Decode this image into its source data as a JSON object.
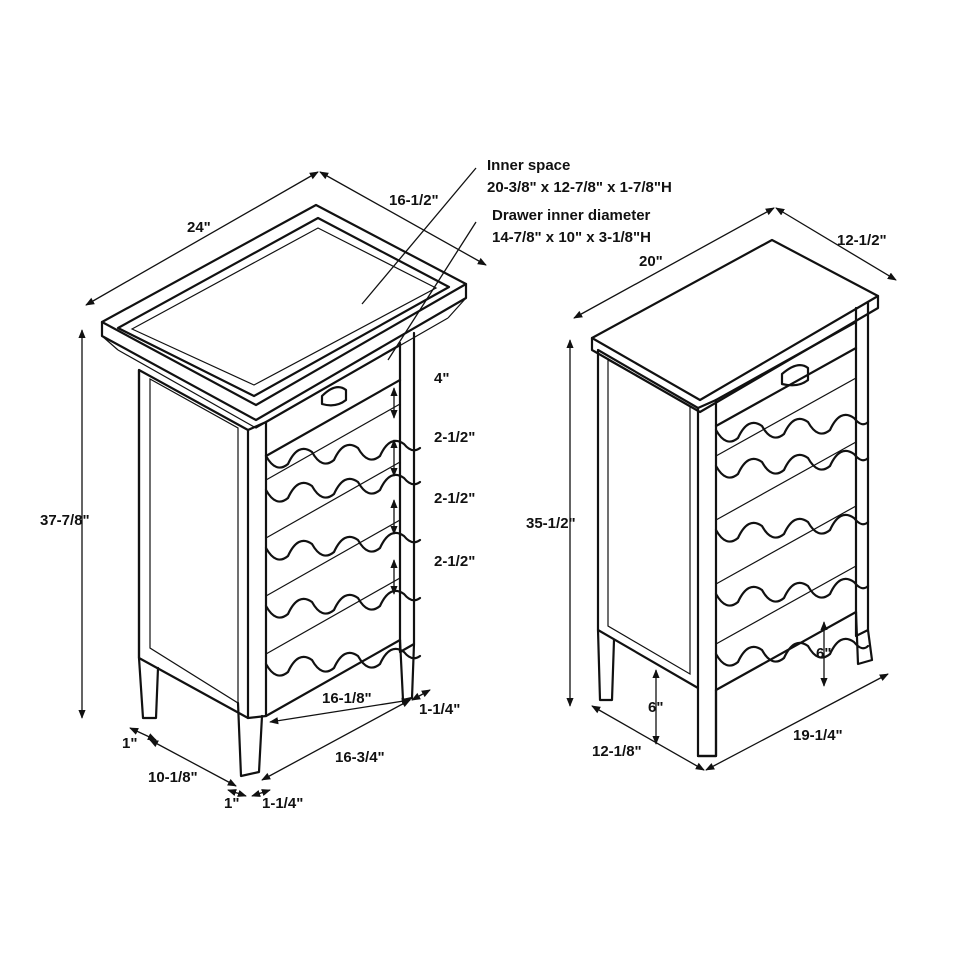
{
  "diagram": {
    "left_cabinet": {
      "labels": {
        "top_width": "24\"",
        "top_depth": "16-1/2\"",
        "height": "37-7/8\"",
        "inner_space_title": "Inner space",
        "inner_space_value": "20-3/8\" x 12-7/8\" x 1-7/8\"H",
        "drawer_title": "Drawer inner diameter",
        "drawer_value": "14-7/8\" x 10\" x 3-1/8\"H",
        "gap_top": "4\"",
        "gap_1": "2-1/2\"",
        "gap_2": "2-1/2\"",
        "gap_3": "2-1/2\"",
        "inner_front_width": "16-1/8\"",
        "front_leg_offset": "1-1/4\"",
        "side_leg_inset": "1\"",
        "side_depth": "10-1/8\"",
        "front_width": "16-3/4\"",
        "corner_left": "1\"",
        "corner_right": "1-1/4\""
      }
    },
    "right_cabinet": {
      "labels": {
        "top_width": "20\"",
        "top_depth": "12-1/2\"",
        "height": "35-1/2\"",
        "leg_height_front": "6\"",
        "leg_height_side": "6\"",
        "side_depth": "12-1/8\"",
        "front_width": "19-1/4\""
      }
    }
  }
}
